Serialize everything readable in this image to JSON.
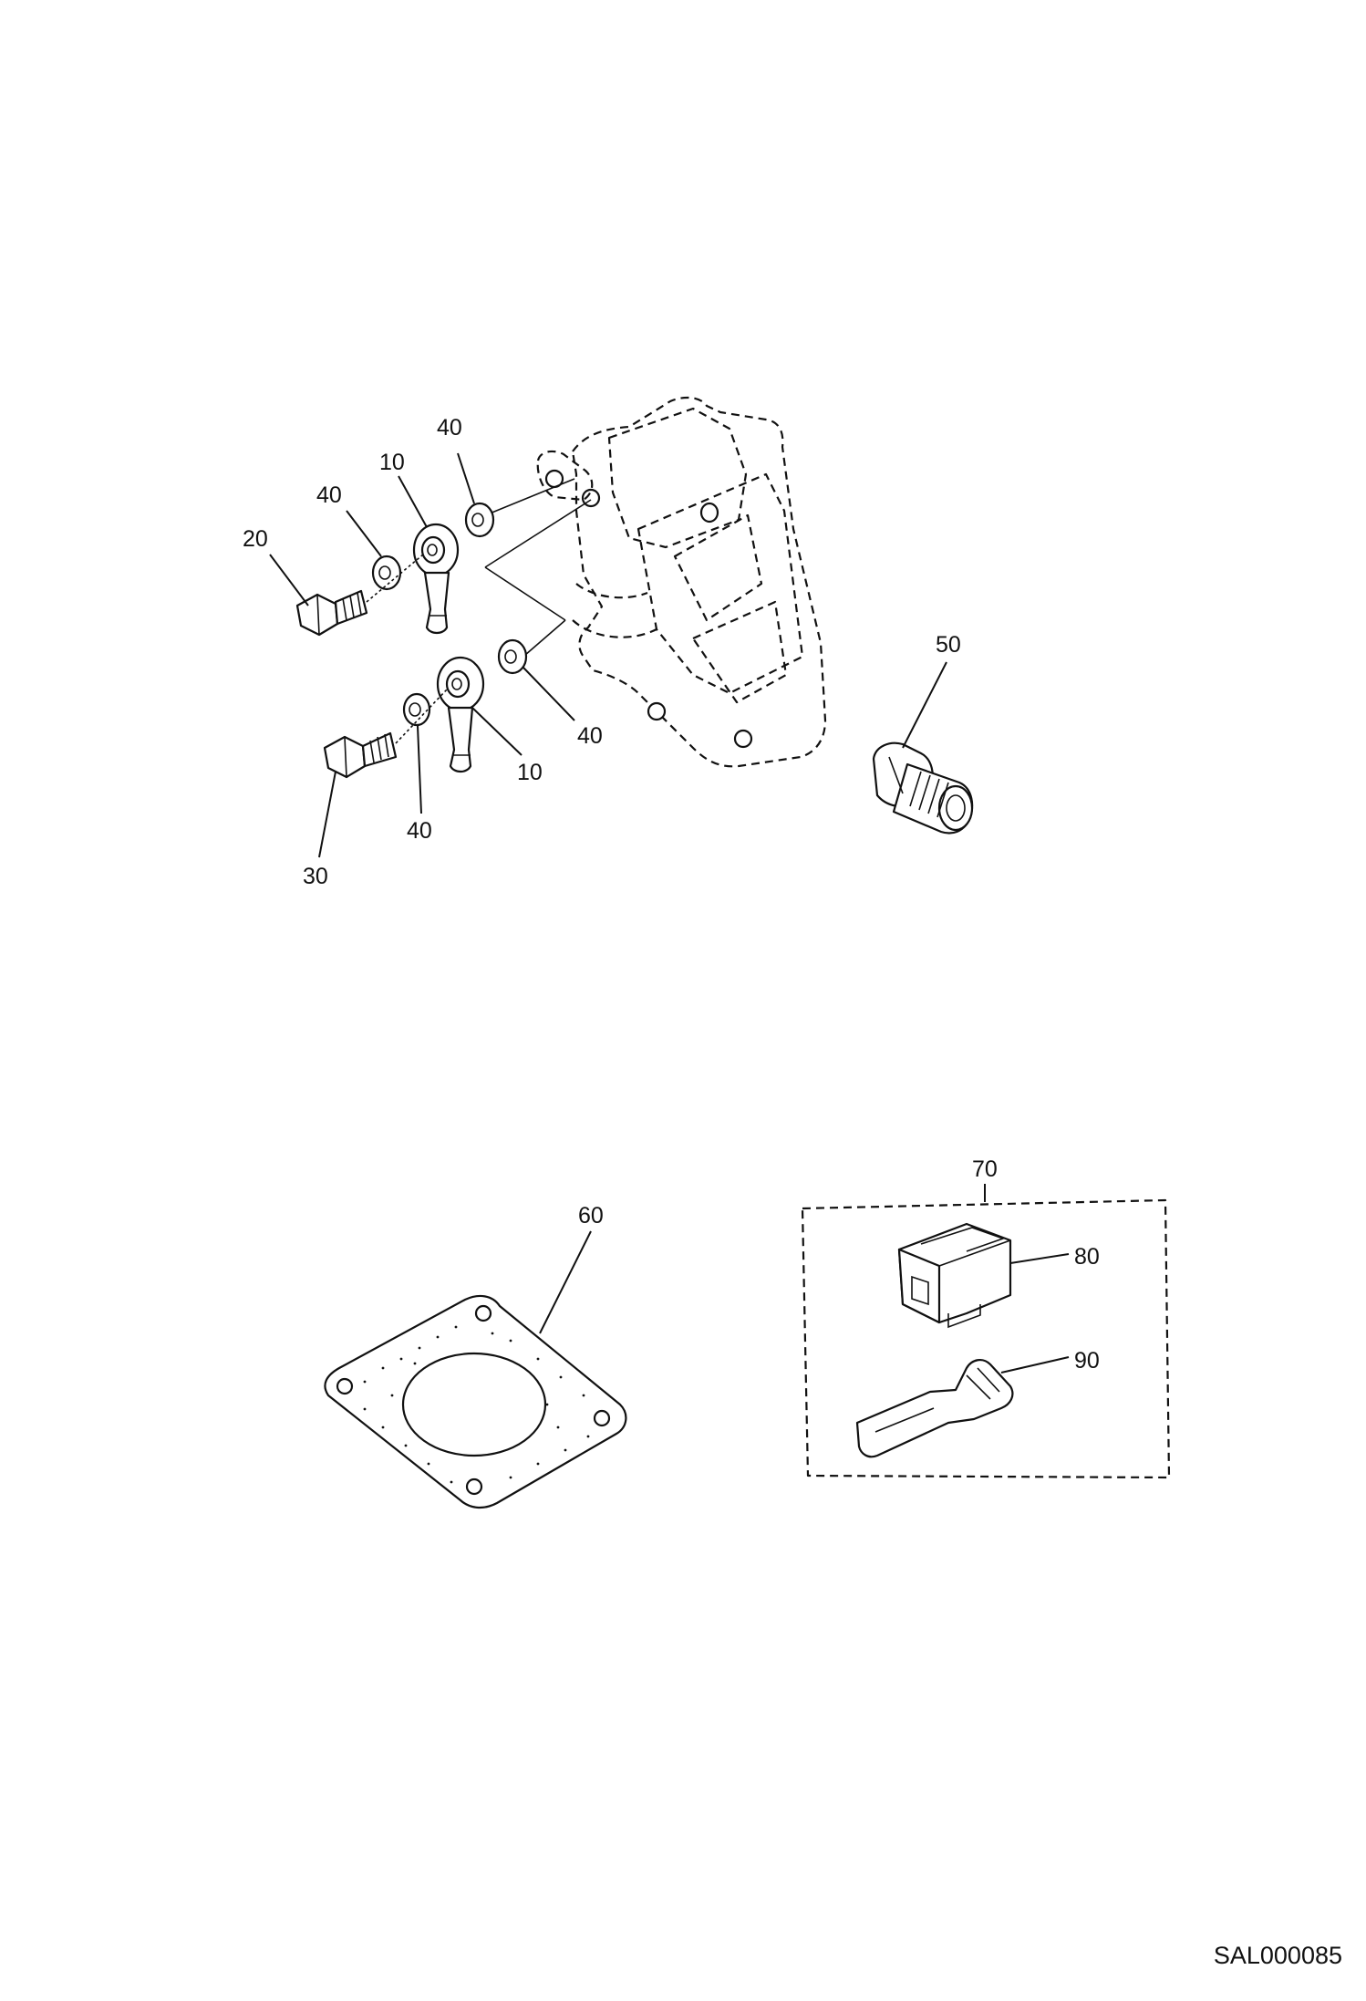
{
  "diagram": {
    "reference_code": "SAL000085",
    "callouts": {
      "c10_upper": "10",
      "c10_lower": "10",
      "c20": "20",
      "c30": "30",
      "c40_top": "40",
      "c40_upper_left": "40",
      "c40_lower_right": "40",
      "c40_lower_left": "40",
      "c50": "50",
      "c60": "60",
      "c70": "70",
      "c80": "80",
      "c90": "90"
    },
    "parts": [
      {
        "item": "10",
        "icon": "banjo-union-icon"
      },
      {
        "item": "20",
        "icon": "banjo-bolt-icon"
      },
      {
        "item": "30",
        "icon": "banjo-bolt-icon"
      },
      {
        "item": "40",
        "icon": "sealing-washer-icon"
      },
      {
        "item": "50",
        "icon": "threaded-adapter-icon"
      },
      {
        "item": "60",
        "icon": "gasket-icon"
      },
      {
        "item": "70",
        "icon": "connector-kit-icon"
      },
      {
        "item": "80",
        "icon": "connector-housing-icon"
      },
      {
        "item": "90",
        "icon": "terminal-icon"
      }
    ],
    "colors": {
      "ink": "#111111",
      "paper": "#ffffff"
    }
  }
}
